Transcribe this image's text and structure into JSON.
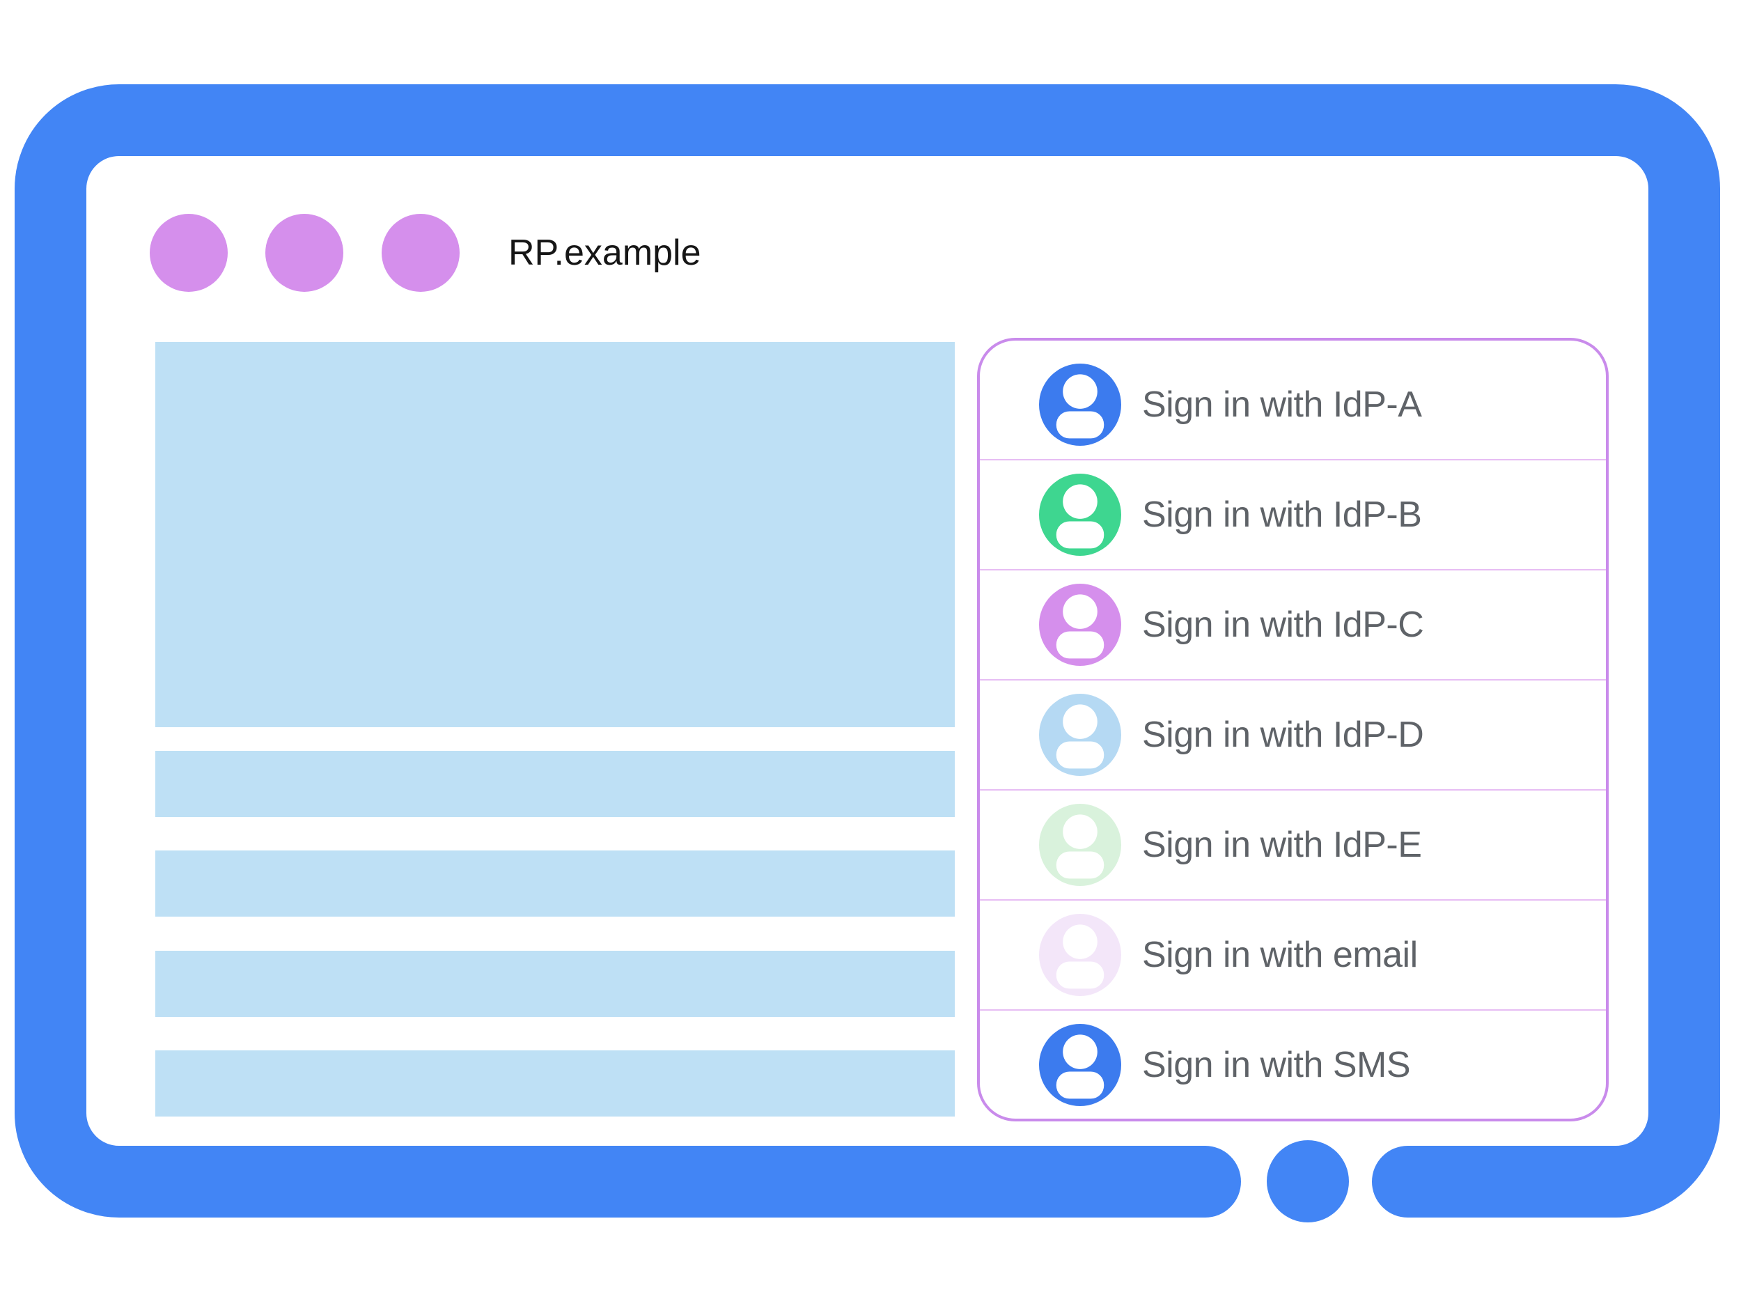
{
  "window": {
    "title": "RP.example"
  },
  "colors": {
    "frame_blue": "#4285f5",
    "window_dot": "#d58fec",
    "content_placeholder": "#bee0f5",
    "panel_border": "#c98beb",
    "row_separator": "#e7bdf4",
    "label_text": "#5f6368",
    "title_text": "#161616",
    "avatar_glyph": "#ffffff"
  },
  "signin_panel": {
    "options": [
      {
        "label": "Sign in with IdP-A",
        "avatar_color": "#3c7bee"
      },
      {
        "label": "Sign in with IdP-B",
        "avatar_color": "#3ed690"
      },
      {
        "label": "Sign in with IdP-C",
        "avatar_color": "#d58fec"
      },
      {
        "label": "Sign in with IdP-D",
        "avatar_color": "#b5d9f3"
      },
      {
        "label": "Sign in with IdP-E",
        "avatar_color": "#d9f2dc"
      },
      {
        "label": "Sign in with email",
        "avatar_color": "#f3e6f9"
      },
      {
        "label": "Sign in with SMS",
        "avatar_color": "#3c7bee"
      }
    ]
  }
}
